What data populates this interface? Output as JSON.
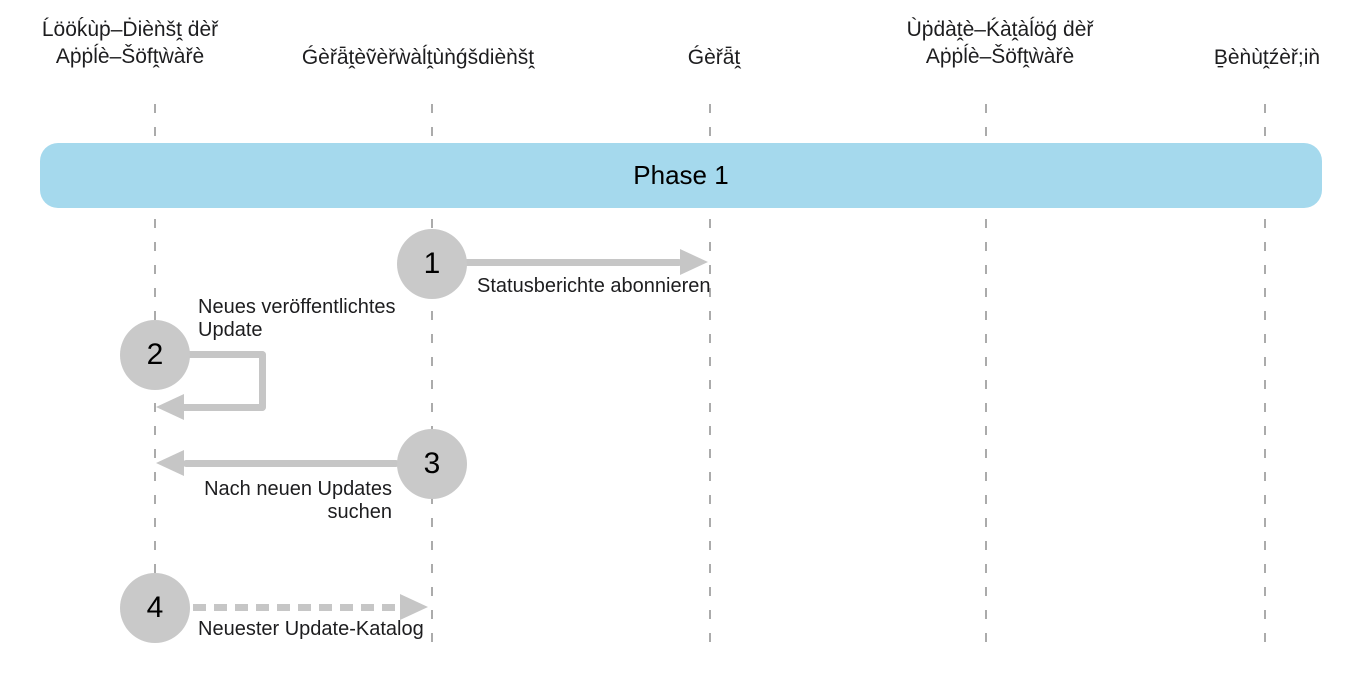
{
  "actors": {
    "lookup_service": {
      "label": "Ĺööḱùṗ–Ḋièǹšṱ ḋèř\nAṗṗĺè–Šöfṱẁàřè"
    },
    "device_management_service": {
      "label": "Ǵèřǟṱèṽèřẁàĺṱùǹǵšdièǹšṱ"
    },
    "device": {
      "label": "Ǵèřǟṱ"
    },
    "update_catalog": {
      "label": "Ùṗḋàṱè–Ḱàṱàĺöǵ ḋèř\nAṗṗĺè–Šöfṱẁàřè"
    },
    "user": {
      "label": "Ḇèǹùṱźèř;iǹ"
    }
  },
  "phase": {
    "label": "Phase 1"
  },
  "steps": {
    "step1": {
      "number": "1",
      "label": "Statusberichte abonnieren"
    },
    "step2": {
      "number": "2",
      "label": "Neues veröffentlichtes\nUpdate"
    },
    "step3": {
      "number": "3",
      "label": "Nach neuen Updates\nsuchen"
    },
    "step4": {
      "number": "4",
      "label": "Neuester Update-Katalog"
    }
  },
  "colors": {
    "banner-blue": "#A5D9ED",
    "circle-gray": "#C9C9C9",
    "arrow-gray": "#C6C6C6",
    "lifeline-gray": "#ABABAB",
    "text-black": "#1D1D1F"
  }
}
